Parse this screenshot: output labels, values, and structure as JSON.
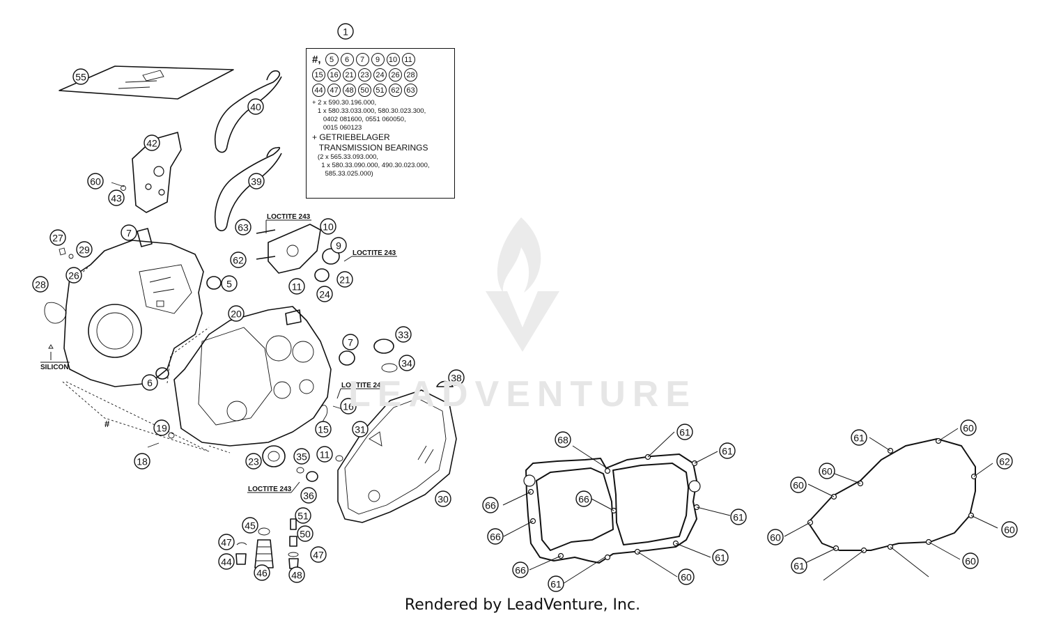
{
  "kit_box": {
    "top_label": "1",
    "hash": "#,",
    "row1": [
      "5",
      "6",
      "7",
      "9",
      "10",
      "11"
    ],
    "row2": [
      "15",
      "16",
      "21",
      "23",
      "24",
      "26",
      "28"
    ],
    "row3": [
      "44",
      "47",
      "48",
      "50",
      "51",
      "62",
      "63"
    ],
    "line1": "+ 2 x 590.30.196.000,",
    "line2": "   1 x 580.33.033.000, 580.30.023.300,",
    "line3": "      0402 081600, 0551 060050,",
    "line4": "      0015 060123",
    "line5": "+ GETRIEBELAGER",
    "line6": "   TRANSMISSION BEARINGS",
    "line7": "   (2 x 565.33.093.000,",
    "line8": "     1 x 580.33.090.000, 490.30.023.000,",
    "line9": "       585.33.025.000)"
  },
  "notes": {
    "loctite": "LOCTITE 243",
    "silicon": "SILICON",
    "hash": "#"
  },
  "callouts": [
    "55",
    "40",
    "42",
    "39",
    "60",
    "43",
    "63",
    "10",
    "62",
    "9",
    "11",
    "24",
    "21",
    "7",
    "27",
    "29",
    "26",
    "28",
    "5",
    "20",
    "33",
    "34",
    "7",
    "38",
    "6",
    "16",
    "15",
    "31",
    "19",
    "18",
    "23",
    "11",
    "35",
    "36",
    "30",
    "45",
    "51",
    "50",
    "47",
    "44",
    "46",
    "47",
    "48",
    "68",
    "61",
    "61",
    "66",
    "66",
    "61",
    "66",
    "66",
    "61",
    "61",
    "60",
    "60",
    "61",
    "60",
    "62",
    "60",
    "60",
    "60",
    "60",
    "61"
  ],
  "watermark": "LEADVENTURE",
  "footer": "Rendered by LeadVenture, Inc."
}
